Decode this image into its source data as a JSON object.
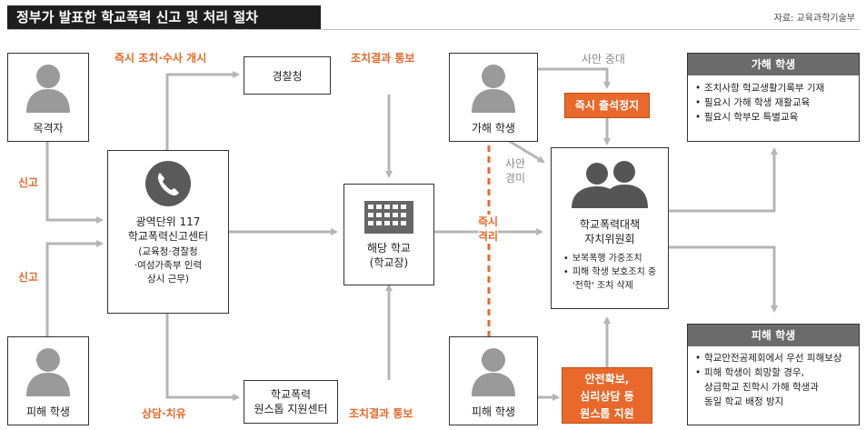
{
  "title": "정부가 발표한 학교폭력 신고 및 처리 절차",
  "source": "자료: 교육과학기술부",
  "nodes": {
    "witness": "목격자",
    "victim_left": "피해 학생",
    "center_title_1": "광역단위 117",
    "center_title_2": "학교폭력신고센터",
    "center_sub_1": "(교육청·경찰청",
    "center_sub_2": "·여성가족부 인력",
    "center_sub_3": "상시 근무)",
    "police": "경찰청",
    "onestop_1": "학교폭력",
    "onestop_2": "원스톱 지원센터",
    "school_1": "해당 학교",
    "school_2": "(학교장)",
    "offender": "가해 학생",
    "victim_right": "피해 학생",
    "committee_1": "학교폭력대책",
    "committee_2": "자치위원회",
    "committee_items": [
      "보복폭행 가중조치",
      "피해 학생 보호조치 중",
      "'전학' 조치 삭제"
    ]
  },
  "labels": {
    "report_top": "신고",
    "report_bottom": "신고",
    "immediate_action": "즉시 조치·수사 개시",
    "result_top": "조치결과 통보",
    "counsel": "상담·치유",
    "result_bottom": "조치결과 통보",
    "serious": "사안 중대",
    "minor_1": "사안",
    "minor_2": "경미",
    "separate_1": "즉시",
    "separate_2": "격리",
    "suspend": "즉시 출석정지",
    "safety_1": "안전확보,",
    "safety_2": "심리상담 등",
    "safety_3": "원스톱 지원"
  },
  "panels": {
    "offender_title": "가해 학생",
    "offender_items": [
      "조치사항 학교생활기록부 기재",
      "필요시 가해 학생 재활교육",
      "필요시 학부모 특별교육"
    ],
    "victim_title": "피해 학생",
    "victim_items": [
      "학교안전공제회에서 우선 피해보상",
      "피해 학생이 희망할 경우,",
      "상급학교 진학시 가해 학생과",
      "동일 학교 배정 방지"
    ]
  },
  "colors": {
    "accent": "#e8692b",
    "arrow": "#b5b5b5",
    "header": "#1e1e1e",
    "panel_head": "#6b6b6b"
  },
  "icons": [
    "person-silhouette-icon",
    "telephone-icon",
    "school-building-icon",
    "two-people-icon"
  ]
}
